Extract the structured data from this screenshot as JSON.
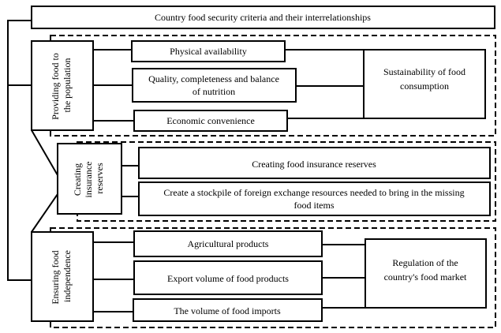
{
  "title": "Country food security criteria and their interrelationships",
  "groups": [
    {
      "label": [
        "Providing food to",
        "the population"
      ],
      "items": [
        [
          "Physical availability"
        ],
        [
          "Quality, completeness and balance",
          "of nutrition"
        ],
        [
          "Economic convenience"
        ]
      ],
      "outcome": [
        "Sustainability of food",
        "consumption"
      ]
    },
    {
      "label": [
        "Creating",
        "insurance",
        "reserves"
      ],
      "items": [
        [
          "Creating food insurance reserves"
        ],
        [
          "Create a stockpile of foreign exchange resources needed to bring in the missing",
          "food items"
        ]
      ]
    },
    {
      "label": [
        "Ensuring food",
        "independence"
      ],
      "items": [
        [
          "Agricultural products"
        ],
        [
          "Export volume of food products"
        ],
        [
          "The volume of food imports"
        ]
      ],
      "outcome": [
        "Regulation of the",
        "country's food market"
      ]
    }
  ]
}
